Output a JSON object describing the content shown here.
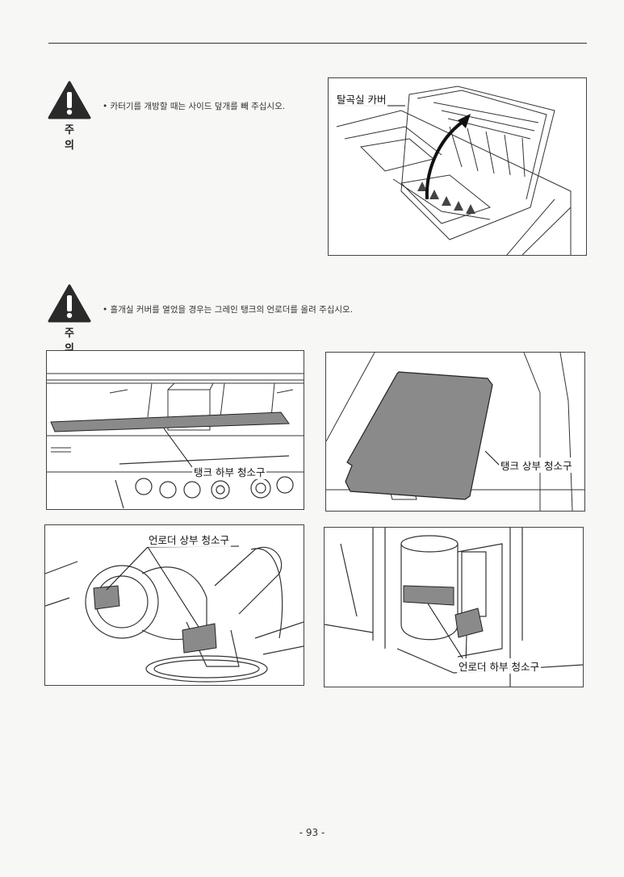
{
  "caution_label": "주 의",
  "cautions": [
    {
      "text": "• 카터기를 개방할 때는 사이드 덮개를 빼 주십시오."
    },
    {
      "text": "• 흘개실 커버를 열었을 경우는 그레인 탱크의 언로더를 올려 주십시오."
    }
  ],
  "figures": {
    "threshing_cover": {
      "label": "탈곡실 카버"
    },
    "tank_bottom_cleanout": {
      "label": "탱크 하부 청소구"
    },
    "tank_top_cleanout": {
      "label": "탱크 상부 청소구"
    },
    "unloader_top_cleanout": {
      "label": "언로더 상부 청소구"
    },
    "unloader_bottom_cleanout": {
      "label": "언로더 하부 청소구"
    }
  },
  "page_number": "- 93 -"
}
